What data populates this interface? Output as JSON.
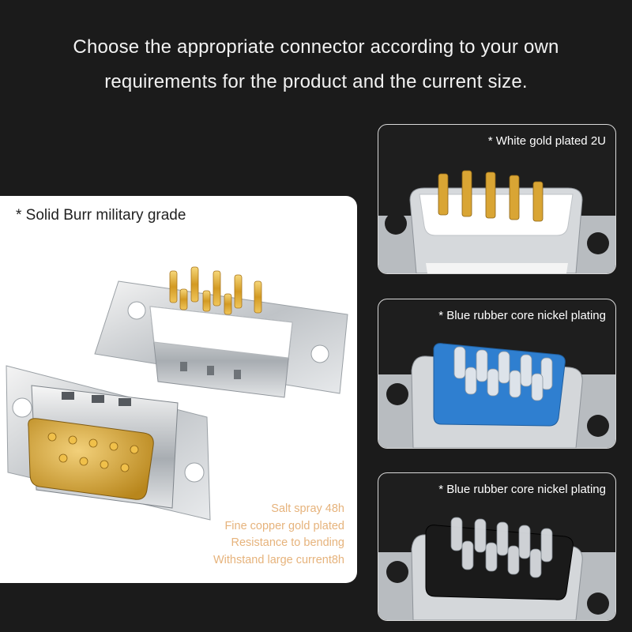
{
  "headline": {
    "line1": "Choose the appropriate connector according to your own",
    "line2": "requirements for the product and the current size."
  },
  "main_card": {
    "label": "* Solid Burr military grade",
    "features": [
      "Salt spray 48h",
      "Fine copper gold plated",
      "Resistance to bending",
      "Withstand large current8h"
    ]
  },
  "side_cards": [
    {
      "label": "* White gold plated 2U",
      "insert_color": "#ffffff",
      "pin_color": "#d9a534"
    },
    {
      "label": "* Blue rubber core nickel plating",
      "insert_color": "#2f7fd0",
      "pin_color": "#dde3ea"
    },
    {
      "label": "* Blue rubber core nickel plating",
      "insert_color": "#1a1a1a",
      "pin_color": "#e2e6ea"
    }
  ],
  "colors": {
    "background": "#1b1b1b",
    "feature_text": "#e6b37c",
    "gold": "#d9a534"
  }
}
